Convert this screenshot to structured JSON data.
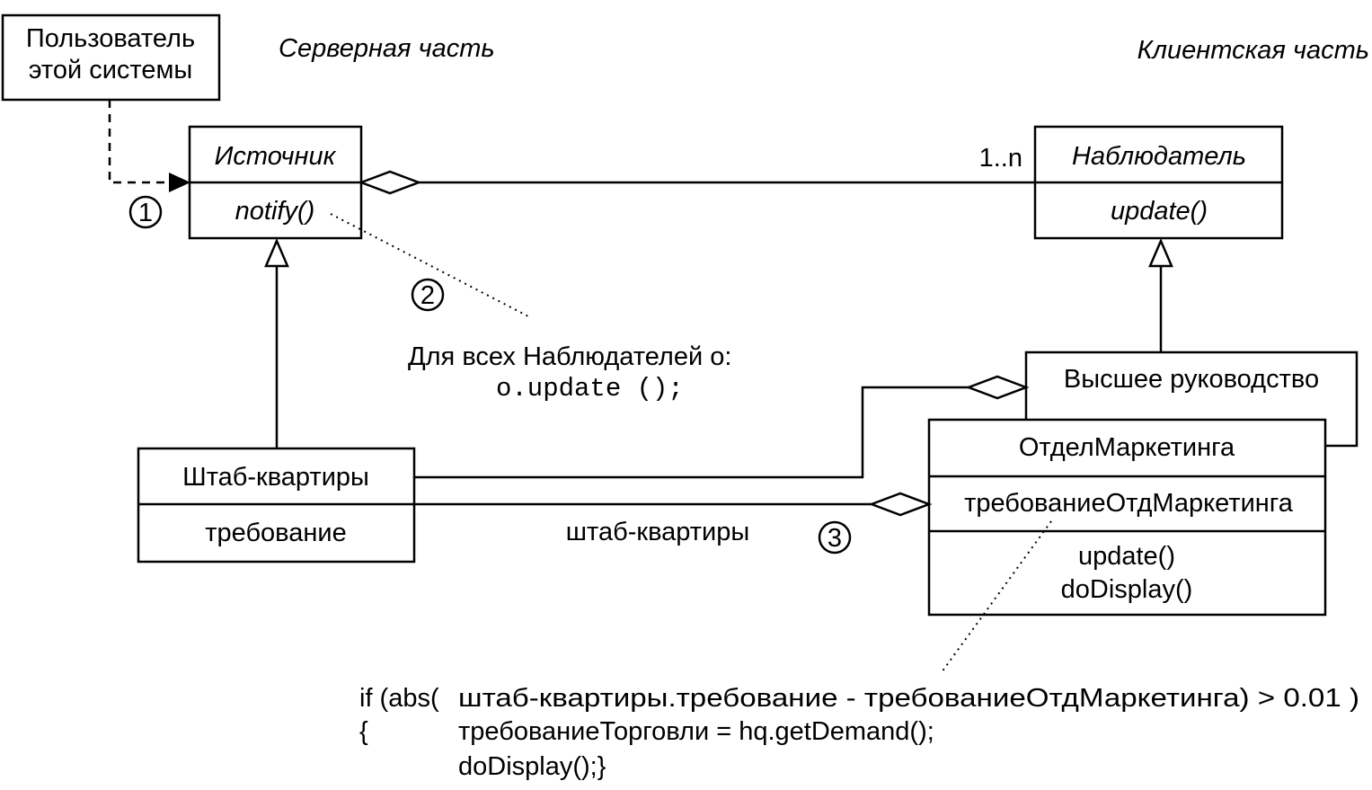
{
  "user_box": {
    "line1": "Пользователь",
    "line2": "этой системы"
  },
  "server_label": "Серверная часть",
  "client_label": "Клиентская часть",
  "source": {
    "name": "Источник",
    "method": "notify()"
  },
  "observer": {
    "name": "Наблюдатель",
    "method": "update()",
    "multiplicity": "1..n"
  },
  "markers": {
    "one": "1",
    "two": "2",
    "three": "3"
  },
  "note_notify": {
    "line1": "Для всех Наблюдателей o:",
    "line2": "o.update ();"
  },
  "top_management": {
    "name": "Высшее руководство"
  },
  "hq": {
    "name": "Штаб-квартиры",
    "attribute": "требование"
  },
  "marketing": {
    "name": "ОтделМаркетинга",
    "attribute": "требованиеОтдМаркетинга",
    "method1": "update()",
    "method2": "doDisplay()"
  },
  "assoc_label": "штаб-квартиры",
  "code_note": {
    "line1_prefix": "if (abs(",
    "line1_expr": "штаб-квартиры.требование - требованиеОтдМаркетинга) > 0.01 )",
    "line2_brace": "{",
    "line2_stmt": "требованиеТорговли = hq.getDemand();",
    "line3": "doDisplay();}"
  },
  "colors": {
    "stroke": "#000000",
    "background": "#ffffff"
  }
}
